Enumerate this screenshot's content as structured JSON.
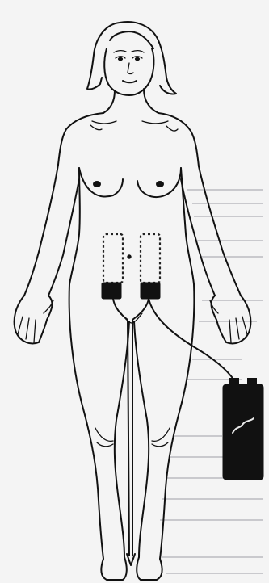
{
  "figure": {
    "subject": "female-body-front-view",
    "components": [
      "electrode-pad-left",
      "electrode-pad-right",
      "lead-wires",
      "stimulator-unit"
    ],
    "colors": {
      "line": "#111111",
      "background": "#f4f4f4",
      "bleed_through": "#c9c9cd",
      "device": "#111111"
    }
  }
}
